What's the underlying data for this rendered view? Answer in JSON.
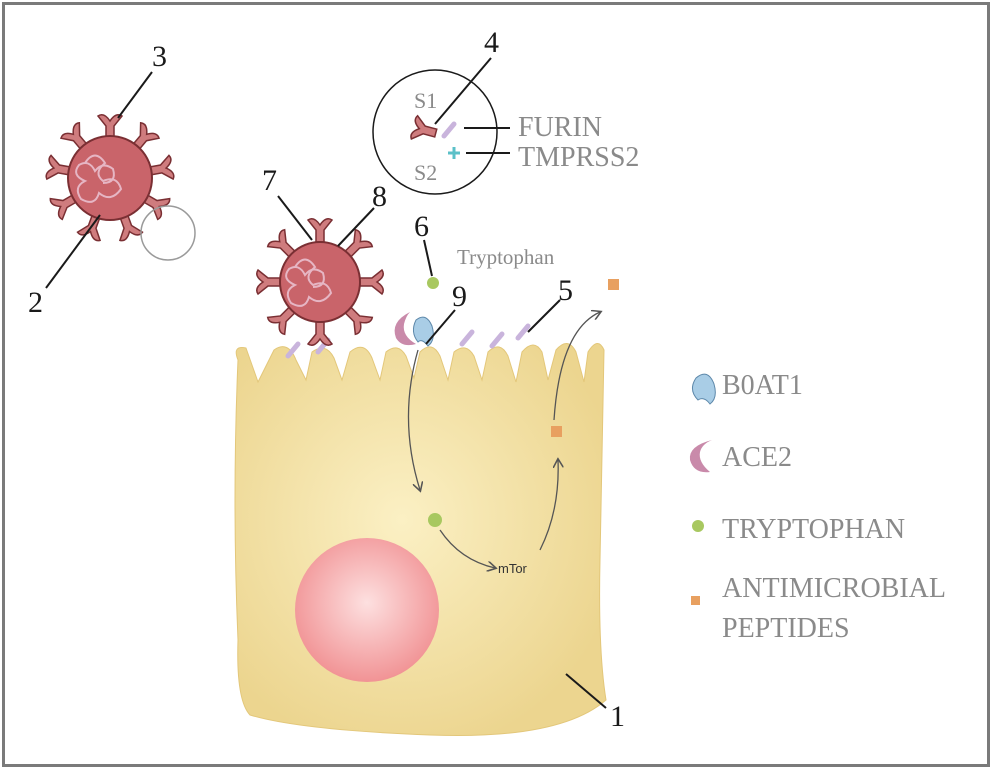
{
  "numbers": {
    "n1": "1",
    "n2": "2",
    "n3": "3",
    "n4": "4",
    "n5": "5",
    "n6": "6",
    "n7": "7",
    "n8": "8",
    "n9": "9"
  },
  "inset": {
    "s1": "S1",
    "s2": "S2",
    "furin": "FURIN",
    "tmprss2": "TMPRSS2"
  },
  "cell": {
    "tryptophan_label": "Tryptophan",
    "mtor": "mTor"
  },
  "legend": {
    "b0at1": "B0AT1",
    "ace2": "ACE2",
    "tryptophan": "TRYPTOPHAN",
    "amp_line1": "ANTIMICROBIAL",
    "amp_line2": "PEPTIDES"
  },
  "colors": {
    "virus": "#c9646a",
    "spike": "#cf7c7e",
    "cell": "#ecd58f",
    "nucleus": "#f29a9a",
    "b0at1": "#a9cde6",
    "ace2": "#c98aaa",
    "tryptophan": "#a8c860",
    "peptide": "#e8a060",
    "furin": "#c9b4dc",
    "tmprss2": "#5bc0c8"
  }
}
